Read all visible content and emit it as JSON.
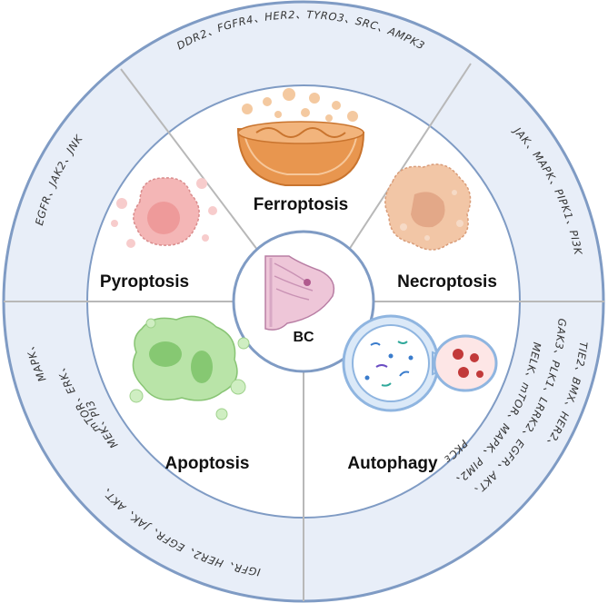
{
  "center": {
    "label": "BC"
  },
  "sections": {
    "ferroptosis": {
      "label": "Ferroptosis"
    },
    "necroptosis": {
      "label": "Necroptosis"
    },
    "autophagy": {
      "label": "Autophagy"
    },
    "apoptosis": {
      "label": "Apoptosis"
    },
    "pyroptosis": {
      "label": "Pyroptosis"
    }
  },
  "genes": {
    "ferroptosis": [
      "DDR2、FGFR4、HER2、TYRO3、SRC、AMPK3"
    ],
    "necroptosis": [
      "JAK、MAPK、PIPK1、PI3K"
    ],
    "autophagy": [
      "TIE2、BMX、HER2、",
      "GAK3、PLK1、LRRK2、EGFR、AKT、",
      "MELK、mTOR、MAPK、PIM2、",
      "PKCε"
    ],
    "apoptosis": [
      "MAPK、",
      "mTOR、ERK、",
      "IGFR、HER2、EGFR、JAK、AKT、",
      "MEK、PI3K"
    ],
    "pyroptosis": [
      "EGFR、JAK2、JNK"
    ]
  },
  "colors": {
    "ring_fill": "#e8eef8",
    "ring_stroke": "#7f9bc4",
    "divider": "#b8b8b8",
    "ferroptosis": "#e8964f",
    "necroptosis": "#f2c6a6",
    "autophagy": "#8fb5e0",
    "apoptosis": "#a8dc98",
    "pyroptosis": "#f4b6b6"
  }
}
